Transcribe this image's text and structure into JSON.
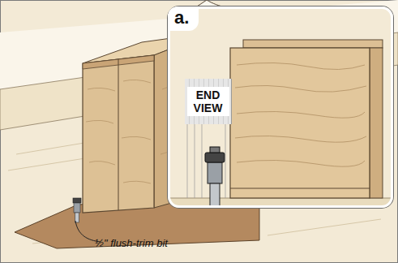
{
  "diagram": {
    "nodes": [
      {
        "text": [
          "a."
        ]
      },
      {
        "text": [
          "END VIEW"
        ],
        "in": 0
      }
    ],
    "labels": [
      "½\" flush-trim bit"
    ]
  }
}
